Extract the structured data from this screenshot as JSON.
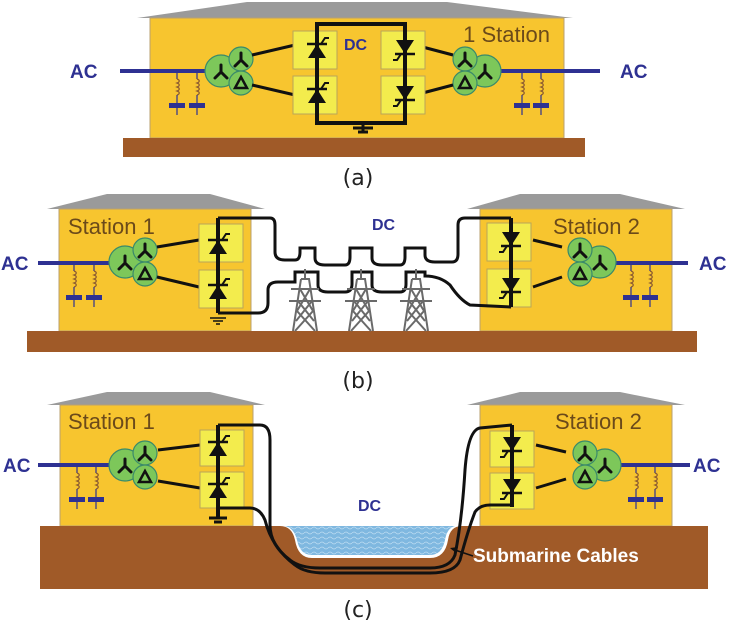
{
  "figure": {
    "panels": [
      {
        "id": "a",
        "caption": "(a)",
        "station_label": "1 Station",
        "ac_left": "AC",
        "ac_right": "AC",
        "dc_label": "DC"
      },
      {
        "id": "b",
        "caption": "(b)",
        "station_left": "Station 1",
        "station_right": "Station 2",
        "ac_left": "AC",
        "ac_right": "AC",
        "dc_label": "DC"
      },
      {
        "id": "c",
        "caption": "(c)",
        "station_left": "Station 1",
        "station_right": "Station 2",
        "ac_left": "AC",
        "ac_right": "AC",
        "dc_label": "DC",
        "cable_label": "Submarine Cables"
      }
    ],
    "colors": {
      "building": "#f7c52f",
      "roof": "#9a9a9a",
      "ground": "#a05a28",
      "valve": "#f3ec4d",
      "transformer": "#7dc75a",
      "ac_line": "#2e3192",
      "water": "#7fb8e0"
    },
    "symbols": {
      "transformer_wye": "⅄",
      "transformer_delta": "△"
    }
  }
}
